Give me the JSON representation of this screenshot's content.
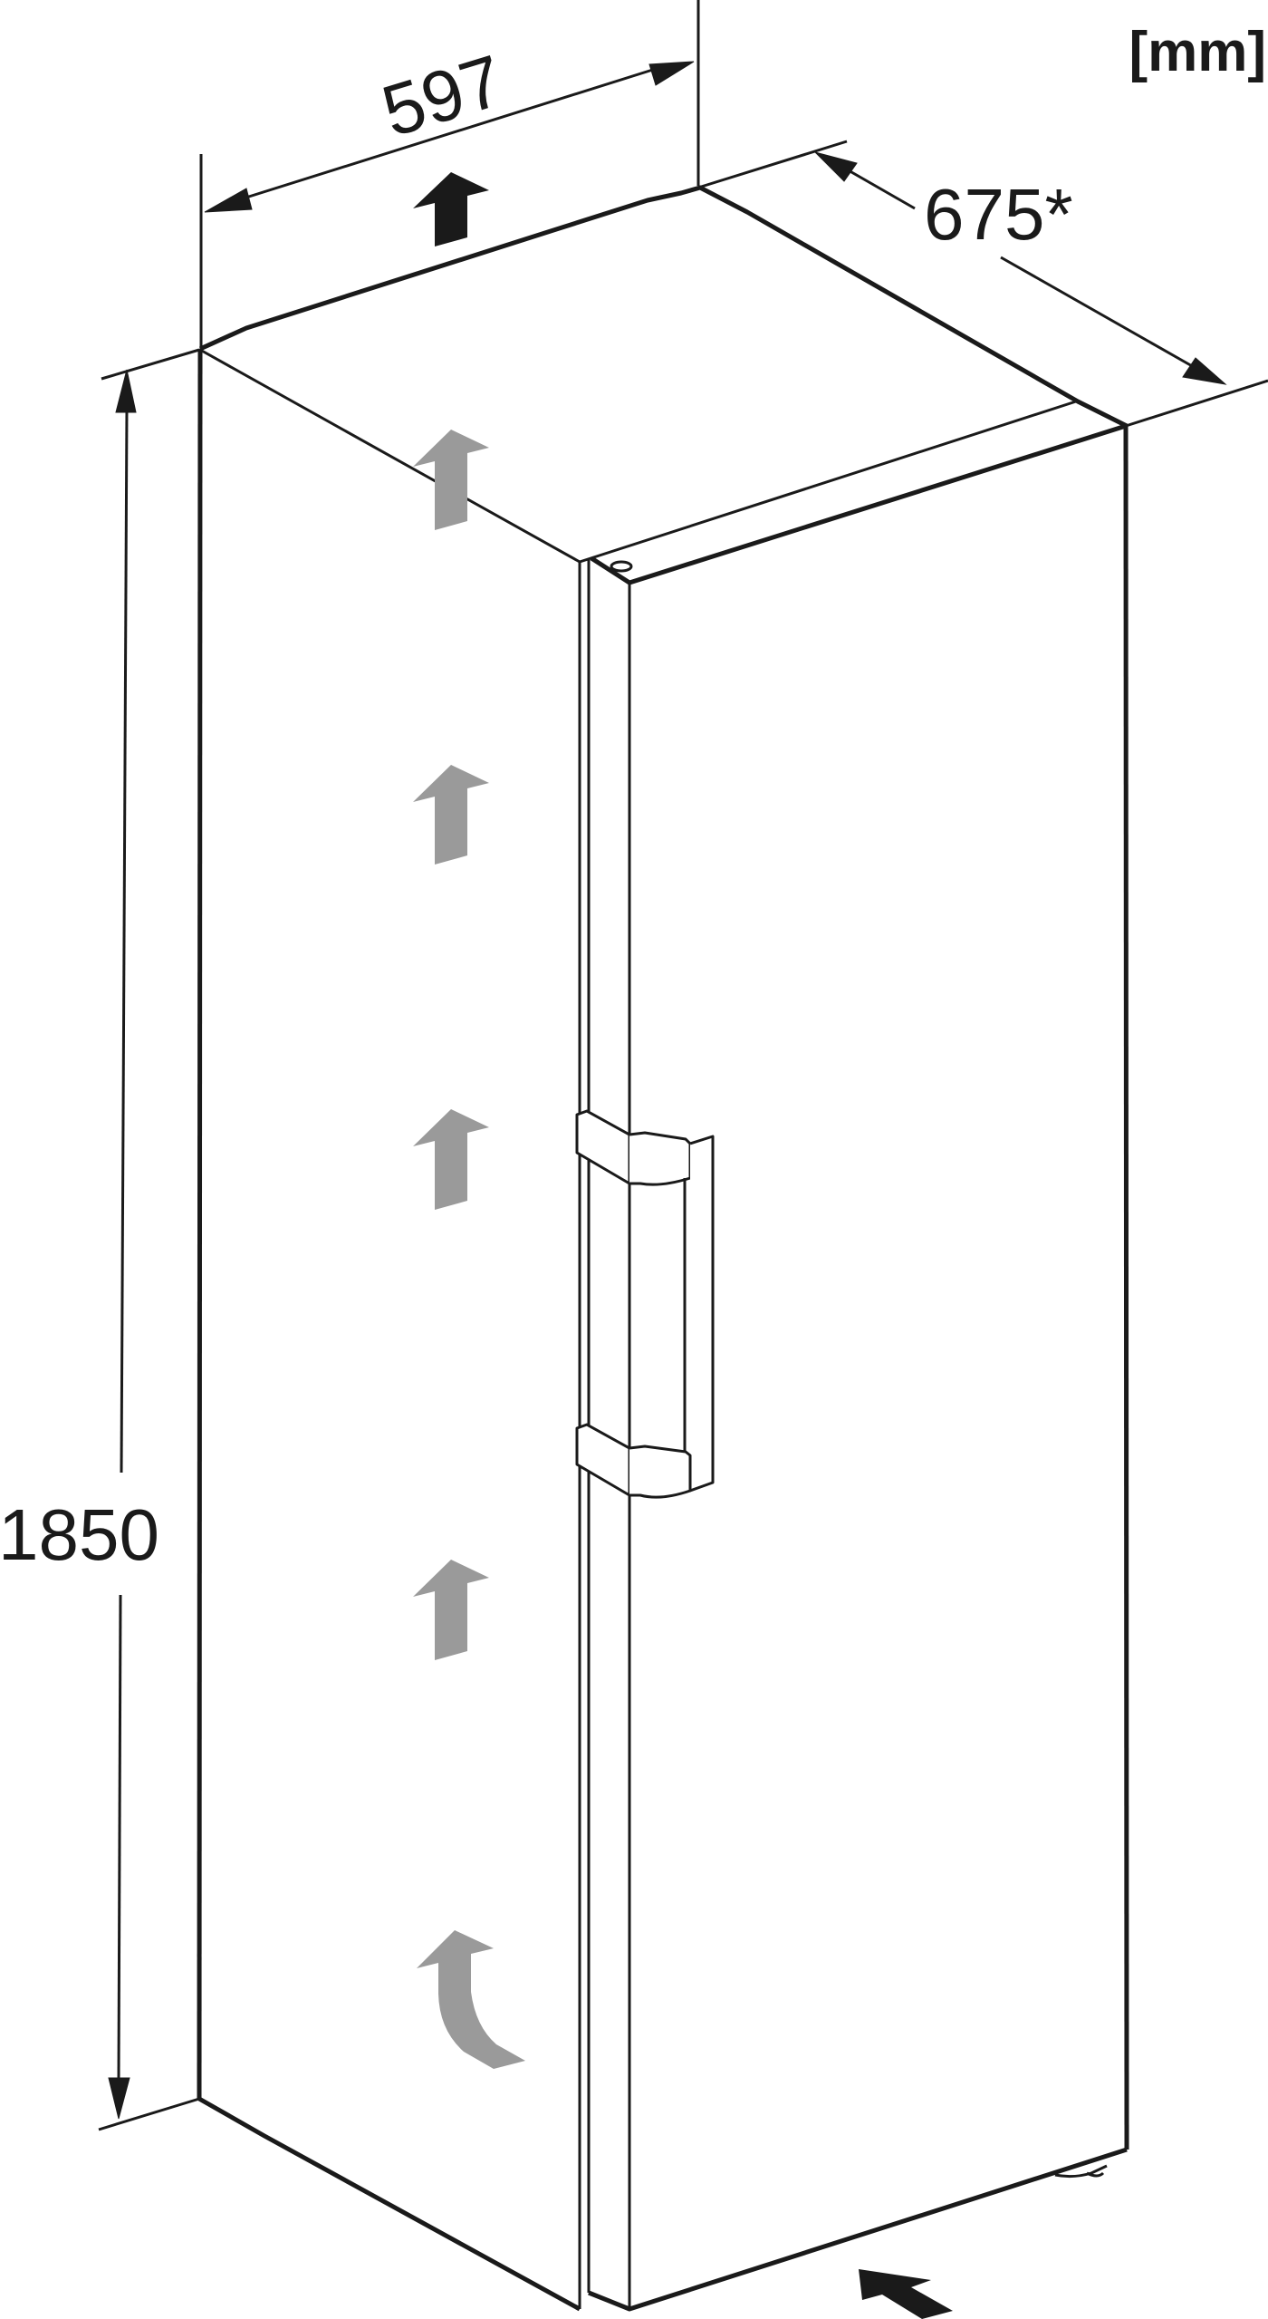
{
  "units_label": "[mm]",
  "dimensions": {
    "width": "597",
    "depth": "675*",
    "height": "1850"
  },
  "colors": {
    "line": "#1a1a1a",
    "airflow_arrow": "#9a9a9a",
    "top_arrow": "#1a1a1a",
    "background": "#ffffff"
  },
  "icons": {
    "airflow": "up-arrow-icon",
    "airflow_curved": "curved-arrow-icon",
    "air_intake": "intake-arrow-icon"
  }
}
